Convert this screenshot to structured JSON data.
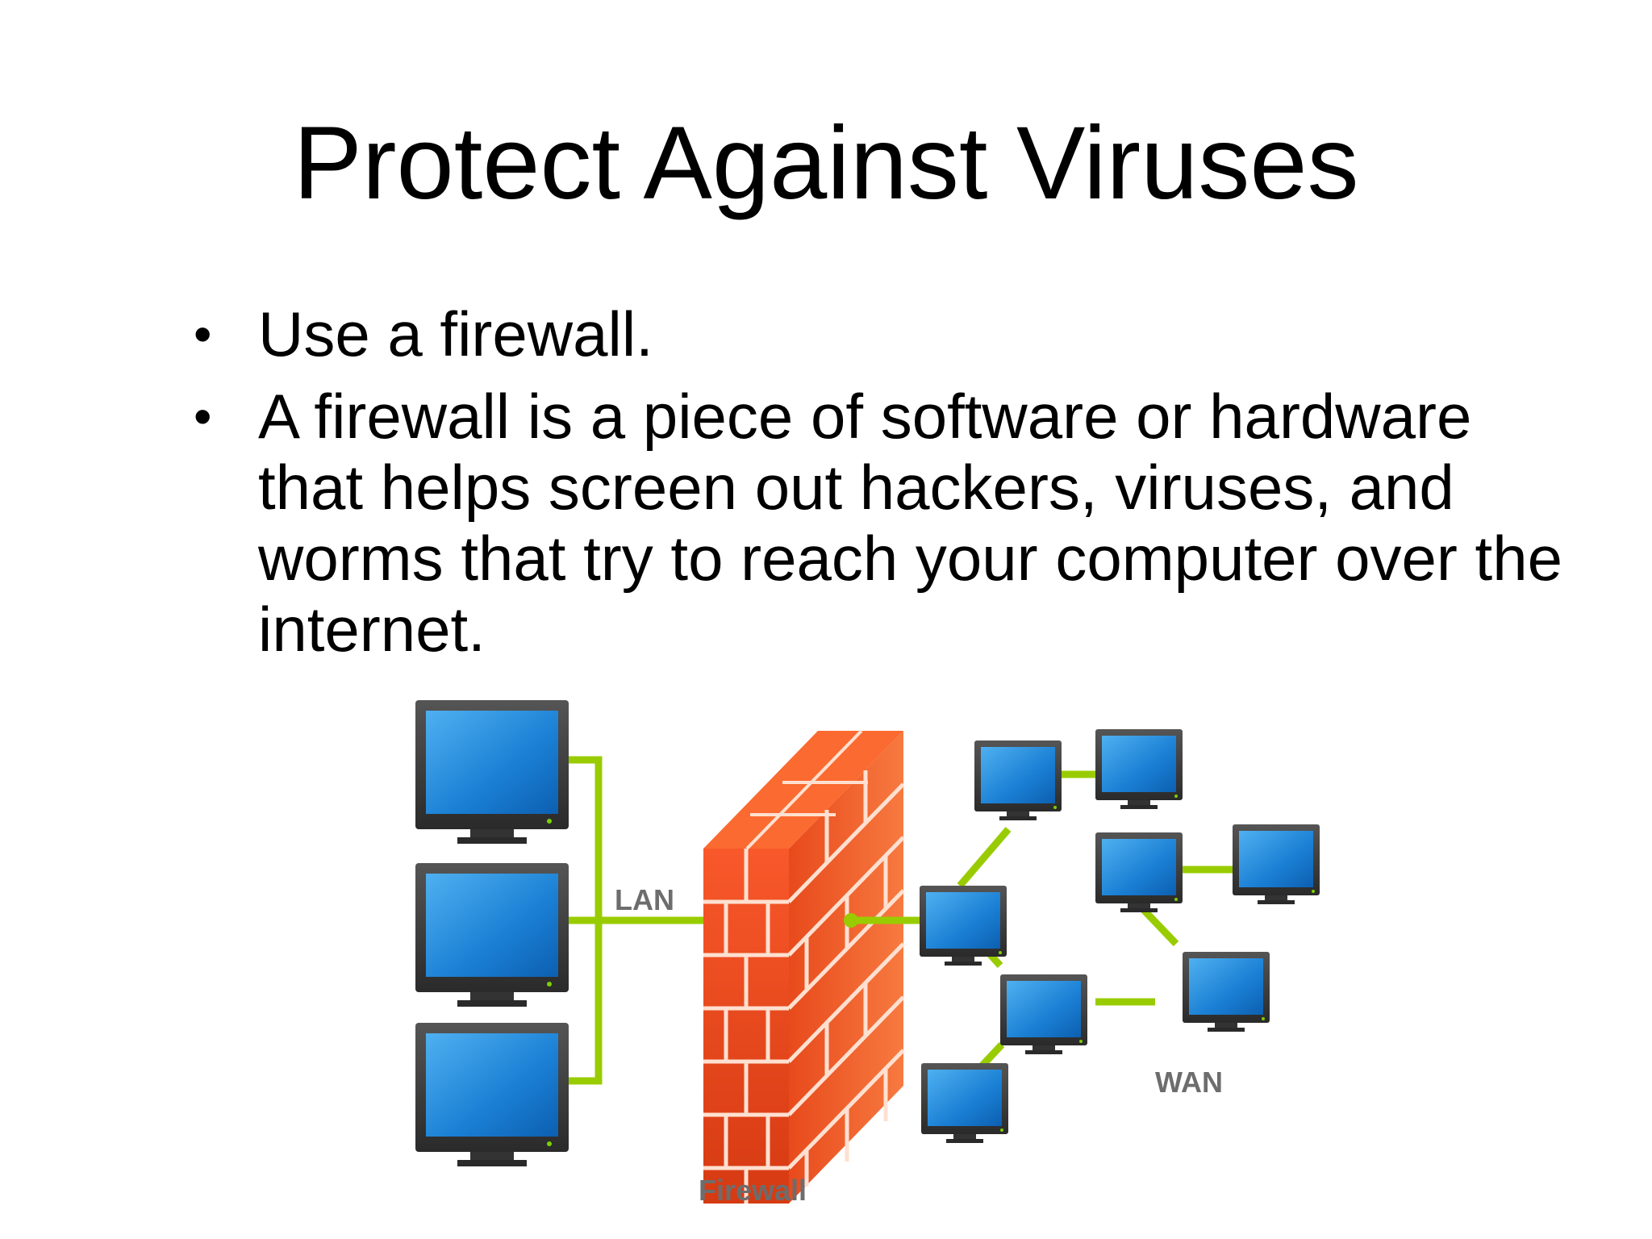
{
  "slide": {
    "title": "Protect Against Viruses",
    "bullets": [
      {
        "text": "Use a firewall."
      },
      {
        "text": "A firewall is a piece of software or hardware that helps screen out hackers, viruses, and worms that try to reach your computer over the internet."
      }
    ]
  },
  "diagram": {
    "labels": {
      "lan": "LAN",
      "firewall": "Firewall",
      "wan": "WAN"
    },
    "colors": {
      "link": "#99cc00",
      "brick": "#ee4422",
      "screen": "#1a7fd4",
      "monitor_frame": "#3a3a3a"
    }
  }
}
